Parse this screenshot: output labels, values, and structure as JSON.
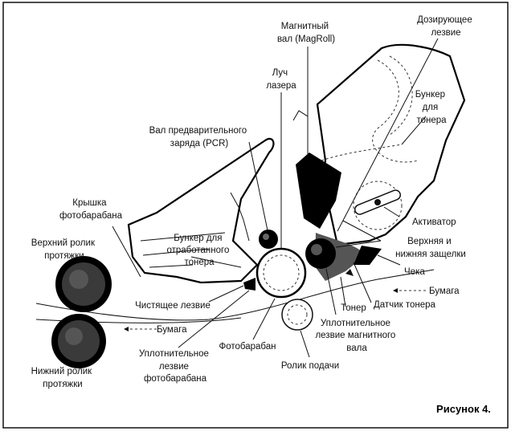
{
  "labels": {
    "magroll": [
      "Магнитный",
      "вал (MagRoll)"
    ],
    "doctor": [
      "Дозирующее",
      "лезвие"
    ],
    "laser": [
      "Луч",
      "лазера"
    ],
    "hopper": [
      "Бункер",
      "для",
      "тонера"
    ],
    "pcr": [
      "Вал предварительного",
      "заряда (PCR)"
    ],
    "cover": [
      "Крышка",
      "фотобарабана"
    ],
    "upper_roller": [
      "Верхний ролик",
      "протяжки"
    ],
    "waste": [
      "Бункер для",
      "отработанного",
      "тонера"
    ],
    "agitator": [
      "Активатор"
    ],
    "latches": [
      "Верхняя и",
      "нижняя защелки"
    ],
    "check": [
      "Чека"
    ],
    "paper_right": [
      "Бумага"
    ],
    "wiper": [
      "Чистящее лезвие"
    ],
    "toner": [
      "Тонер"
    ],
    "sensor": [
      "Датчик тонера"
    ],
    "mag_seal": [
      "Уплотнительное",
      "лезвие магнитного",
      "вала"
    ],
    "paper_left": [
      "Бумага"
    ],
    "drum_seal": [
      "Уплотнительное",
      "лезвие",
      "фотобарабана"
    ],
    "drum": [
      "Фотобарабан"
    ],
    "feed": [
      "Ролик подачи"
    ],
    "lower_roller": [
      "Нижний ролик",
      "протяжки"
    ]
  },
  "caption": "Рисунок 4."
}
